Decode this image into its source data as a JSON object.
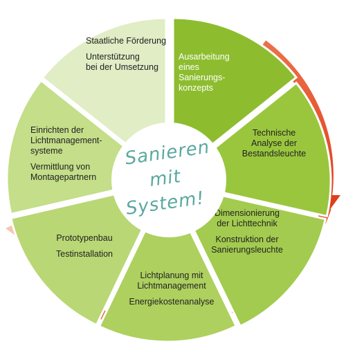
{
  "center": {
    "lines": [
      "Sanieren",
      "mit",
      "System!"
    ]
  },
  "colors": {
    "text_teal": "#5aa8a0",
    "arrow_orange": "#e4532b",
    "arrow_light": "#f4b39a",
    "divider": "#ffffff"
  },
  "segments": [
    {
      "id": "seg-1",
      "fill": "#8dbd2f",
      "text_light": true,
      "lines": [
        [
          "Ausarbeitung",
          "eines",
          "Sanierungs-",
          "konzepts"
        ]
      ]
    },
    {
      "id": "seg-2",
      "fill": "#9ac63e",
      "text_light": false,
      "lines": [
        [
          "Technische",
          "Analyse der",
          "Bestandsleuchte"
        ]
      ]
    },
    {
      "id": "seg-3",
      "fill": "#a3cb4f",
      "text_light": false,
      "lines": [
        [
          "Dimensionierung",
          "der Lichttechnik"
        ],
        [
          "Konstruktion der",
          "Sanierungsleuchte"
        ]
      ]
    },
    {
      "id": "seg-4",
      "fill": "#aed05f",
      "text_light": false,
      "lines": [
        [
          "Lichtplanung mit",
          "Lichtmanagement"
        ],
        [
          "Energiekostenanalyse"
        ]
      ]
    },
    {
      "id": "seg-5",
      "fill": "#b9d774",
      "text_light": false,
      "lines": [
        [
          "Prototypenbau"
        ],
        [
          "Testinstallation"
        ]
      ]
    },
    {
      "id": "seg-6",
      "fill": "#c4de89",
      "text_light": false,
      "lines": [
        [
          "Einrichten der",
          "Lichtmanagement-",
          "systeme"
        ],
        [
          "Vermittlung von",
          "Montagepartnern"
        ]
      ]
    },
    {
      "id": "seg-7",
      "fill": "#e0edc5",
      "text_light": false,
      "lines": [
        [
          "Staatliche Förderung"
        ],
        [
          "Unterstützung",
          "bei der Umsetzung"
        ]
      ]
    }
  ]
}
